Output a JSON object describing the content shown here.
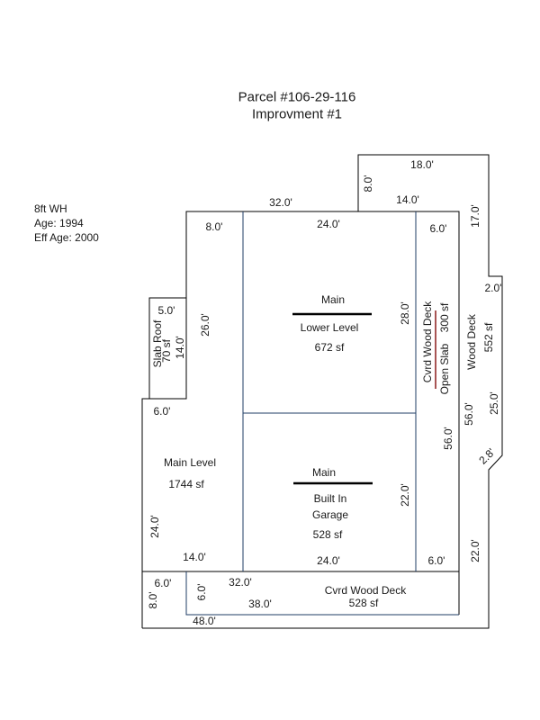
{
  "header": {
    "title": "Parcel #106-29-116",
    "subtitle": "Improvment #1"
  },
  "info": {
    "line1": "8ft WH",
    "line2": "Age: 1994",
    "line3": "Eff Age: 2000"
  },
  "colors": {
    "outline": "#000000",
    "interior": "#1f3d66",
    "divider_red": "#8b1a1a"
  },
  "areas": {
    "lower_level": {
      "top": "Main",
      "bottom": "Lower Level",
      "sf": "672 sf"
    },
    "garage": {
      "top": "Main",
      "line1": "Built In",
      "line2": "Garage",
      "sf": "528 sf"
    },
    "main_level": {
      "label": "Main Level",
      "sf": "1744 sf"
    },
    "slab_roof": {
      "label": "Slab Roof",
      "sf": "70 sf"
    },
    "cvrd_deck_side": {
      "top": "Cvrd Wood Deck",
      "bottom": "Open Slab",
      "sf": "300 sf"
    },
    "wood_deck": {
      "label": "Wood Deck",
      "sf": "552 sf"
    },
    "cvrd_deck_bottom": {
      "label": "Cvrd Wood Deck",
      "sf": "528 sf"
    }
  },
  "dims": [
    "32.0'",
    "24.0'",
    "8.0'",
    "14.0'",
    "18.0'",
    "8.0'",
    "6.0'",
    "17.0'",
    "2.0'",
    "5.0'",
    "26.0'",
    "14.0'",
    "28.0'",
    "56.0'",
    "25.0'",
    "56.0'",
    "2.8'",
    "6.0'",
    "22.0'",
    "24.0'",
    "14.0'",
    "24.0'",
    "6.0'",
    "22.0'",
    "6.0'",
    "8.0'",
    "6.0'",
    "32.0'",
    "38.0'",
    "48.0'"
  ]
}
